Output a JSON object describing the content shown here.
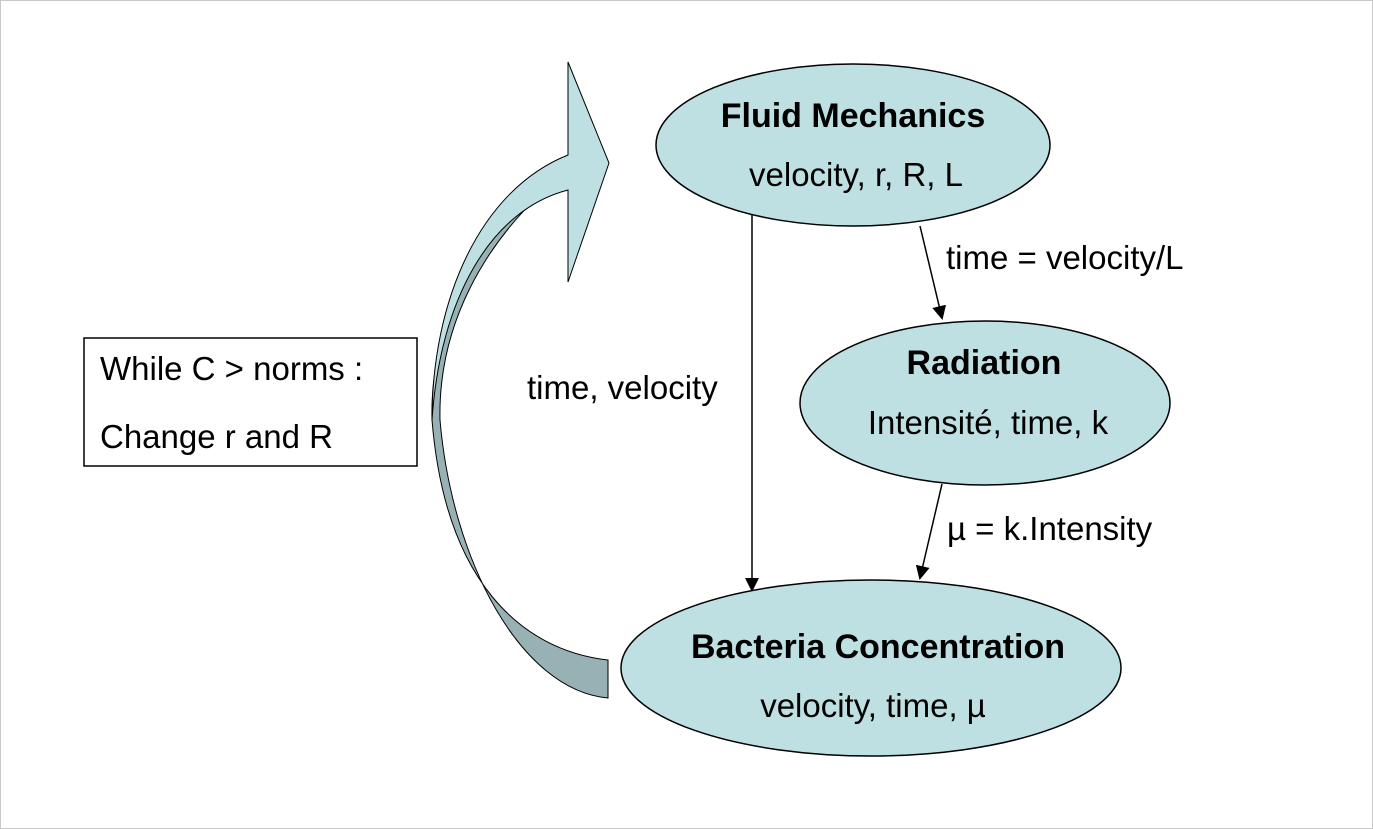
{
  "colors": {
    "node_fill": "#bfe0e2",
    "stroke": "#000000",
    "loop_arrow_front": "#bfe0e2",
    "loop_arrow_back": "#98b1b5",
    "background": "#ffffff"
  },
  "nodes": {
    "fluid": {
      "title": "Fluid Mechanics",
      "subtitle": "velocity, r, R, L"
    },
    "radiation": {
      "title": "Radiation",
      "subtitle": "Intensité, time, k"
    },
    "bacteria": {
      "title": "Bacteria Concentration",
      "subtitle": "velocity, time, µ"
    }
  },
  "edges": {
    "fluid_to_bacteria": {
      "label": "time, velocity"
    },
    "fluid_to_radiation": {
      "label": "time = velocity/L"
    },
    "radiation_to_bacteria": {
      "label": "µ = k.Intensity"
    }
  },
  "loop_note": {
    "line1": "While C > norms :",
    "line2": "Change r and R"
  },
  "icons": {
    "loop_arrow": "curved-arrow-icon",
    "edge_arrow": "arrowhead-icon"
  }
}
